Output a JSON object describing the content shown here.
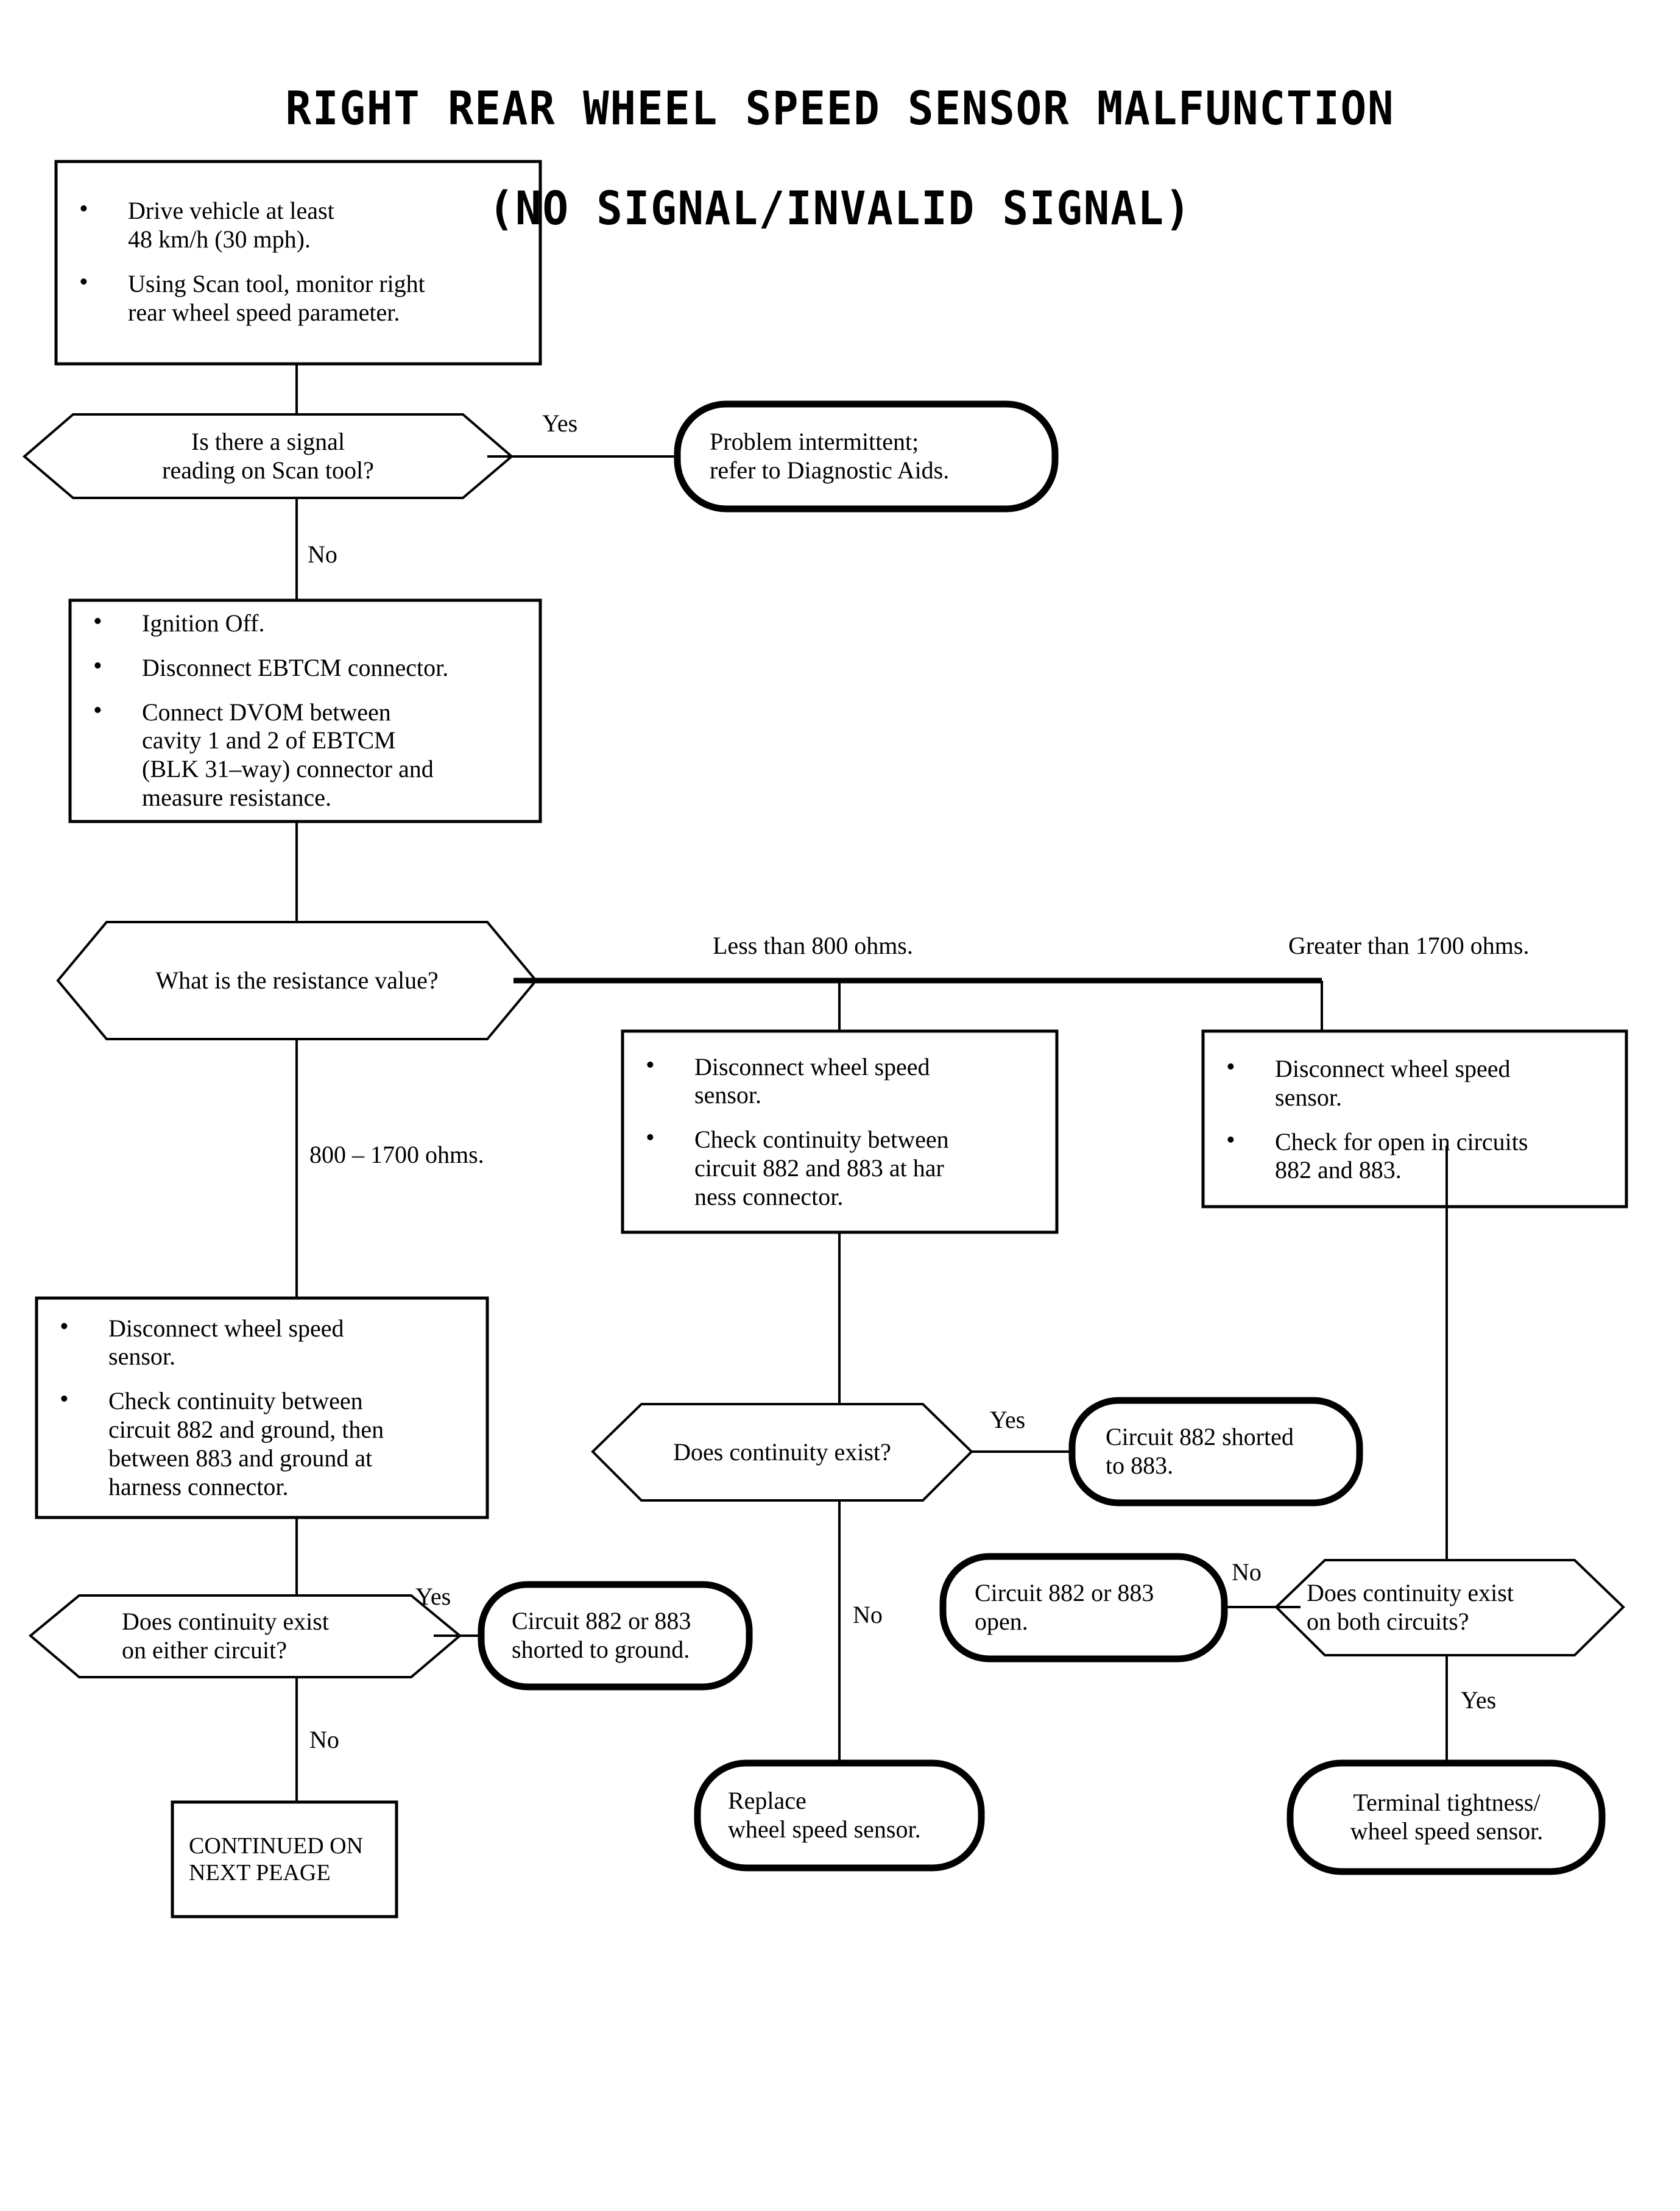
{
  "page": {
    "title_line1": "RIGHT REAR WHEEL SPEED SENSOR MALFUNCTION",
    "title_line2": "(NO SIGNAL/INVALID SIGNAL)",
    "background": "#ffffff",
    "ink": "#000000"
  },
  "nodes": {
    "start_process": {
      "type": "process",
      "bullets": [
        "Drive vehicle at least\n48 km/h (30 mph).",
        "Using Scan tool, monitor right\nrear wheel speed parameter."
      ]
    },
    "signal_decision": {
      "type": "decision",
      "text": "Is there a signal\nreading on Scan tool?"
    },
    "intermittent_terminator": {
      "type": "terminator",
      "text": "Problem intermittent;\nrefer to Diagnostic Aids."
    },
    "ebtcm_process": {
      "type": "process",
      "bullets": [
        "Ignition Off.",
        "Disconnect EBTCM connector.",
        "Connect DVOM between\ncavity 1 and 2 of EBTCM\n(BLK 31–way) connector and\nmeasure resistance."
      ]
    },
    "resistance_decision": {
      "type": "decision",
      "text": "What is the resistance value?"
    },
    "mid_process": {
      "type": "process",
      "bullets": [
        "Disconnect wheel speed\nsensor.",
        "Check continuity between\ncircuit 882 and 883 at har\nness connector."
      ]
    },
    "right_process": {
      "type": "process",
      "bullets": [
        "Disconnect wheel speed\nsensor.",
        "Check for open in circuits\n882 and 883."
      ]
    },
    "left_process": {
      "type": "process",
      "bullets": [
        "Disconnect wheel speed\nsensor.",
        "Check continuity between\ncircuit 882 and ground, then\nbetween 883 and ground at\nharness connector."
      ]
    },
    "mid_continuity_decision": {
      "type": "decision",
      "text": "Does continuity exist?"
    },
    "shorted_883_terminator": {
      "type": "terminator",
      "text": "Circuit 882 shorted\nto 883."
    },
    "left_continuity_decision": {
      "type": "decision",
      "text": "Does continuity exist\non either circuit?"
    },
    "shorted_ground_terminator": {
      "type": "terminator",
      "text": "Circuit 882 or 883\nshorted to ground."
    },
    "open_terminator": {
      "type": "terminator",
      "text": "Circuit 882 or 883\nopen."
    },
    "both_continuity_decision": {
      "type": "decision",
      "text": "Does continuity exist\non both circuits?"
    },
    "replace_terminator": {
      "type": "terminator",
      "text": "Replace\nwheel speed sensor."
    },
    "terminal_tightness_terminator": {
      "type": "terminator",
      "text": "Terminal tightness/\nwheel speed sensor."
    },
    "continued_box": {
      "type": "process",
      "text": "CONTINUED ON\nNEXT PEAGE"
    }
  },
  "edge_labels": {
    "signal_yes": "Yes",
    "signal_no": "No",
    "res_less": "Less than 800 ohms.",
    "res_greater": "Greater than 1700 ohms.",
    "res_mid": "800 – 1700 ohms.",
    "mid_yes": "Yes",
    "mid_no": "No",
    "left_yes": "Yes",
    "left_no": "No",
    "right_no": "No",
    "right_yes": "Yes"
  }
}
